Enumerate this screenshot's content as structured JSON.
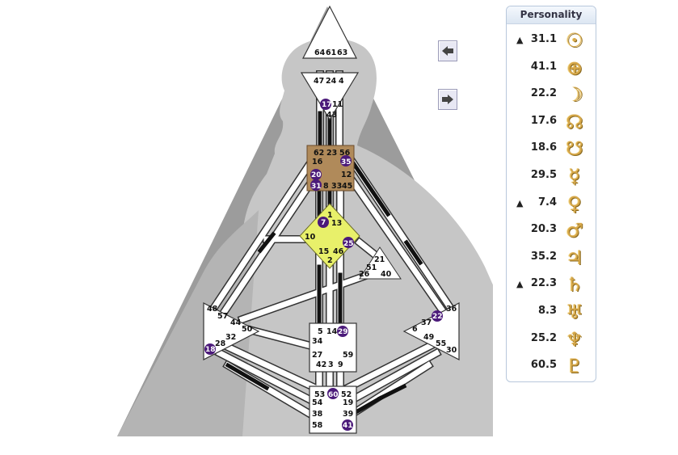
{
  "gates": {
    "head": [
      "64",
      "61",
      "63"
    ],
    "ajna": [
      "47",
      "24",
      "4"
    ],
    "throat_top": [
      "17",
      "11",
      "43"
    ],
    "g_throat": [
      "62",
      "23",
      "56",
      "16",
      "35",
      "20",
      "12",
      "31",
      "8",
      "33",
      "45"
    ],
    "g_center": [
      "1",
      "7",
      "13",
      "10",
      "25",
      "15",
      "46",
      "2"
    ],
    "heart": [
      "21",
      "51",
      "26",
      "40"
    ],
    "spleen": [
      "48",
      "57",
      "44",
      "50",
      "32",
      "28",
      "18"
    ],
    "solar": [
      "36",
      "22",
      "6",
      "37",
      "49",
      "55",
      "30"
    ],
    "sacral": [
      "5",
      "14",
      "29",
      "34",
      "27",
      "59",
      "42",
      "3",
      "9"
    ],
    "root": [
      "53",
      "60",
      "52",
      "54",
      "19",
      "38",
      "39",
      "58",
      "41"
    ]
  },
  "highlighted_gates": [
    "17",
    "35",
    "20",
    "31",
    "7",
    "25",
    "22",
    "18",
    "29",
    "60",
    "41"
  ],
  "colors": {
    "personality_black": "#111111",
    "highlight_purple": "#4b1a7a",
    "center_g_gold": "#b08a5a",
    "center_identity_yellow": "#e8f06a",
    "triangle_gray": "#9c9c9c",
    "silhouette_gray": "#c6c6c6",
    "glyph_gold": "#d7a84a"
  },
  "nav": {
    "prev_icon": "arrow-left-icon",
    "next_icon": "arrow-right-icon"
  },
  "personality": {
    "title": "Personality",
    "rows": [
      {
        "tri": "▲",
        "value": "31.1",
        "glyph": "☉",
        "icon": "sun-icon"
      },
      {
        "tri": "",
        "value": "41.1",
        "glyph": "⊕",
        "icon": "earth-icon"
      },
      {
        "tri": "",
        "value": "22.2",
        "glyph": "☽",
        "icon": "moon-icon"
      },
      {
        "tri": "",
        "value": "17.6",
        "glyph": "☊",
        "icon": "north-node-icon"
      },
      {
        "tri": "",
        "value": "18.6",
        "glyph": "☋",
        "icon": "south-node-icon"
      },
      {
        "tri": "",
        "value": "29.5",
        "glyph": "☿",
        "icon": "mercury-icon"
      },
      {
        "tri": "▲",
        "value": "7.4",
        "glyph": "♀",
        "icon": "venus-icon"
      },
      {
        "tri": "",
        "value": "20.3",
        "glyph": "♂",
        "icon": "mars-icon"
      },
      {
        "tri": "",
        "value": "35.2",
        "glyph": "♃",
        "icon": "jupiter-icon"
      },
      {
        "tri": "▲",
        "value": "22.3",
        "glyph": "♄",
        "icon": "saturn-icon"
      },
      {
        "tri": "",
        "value": "8.3",
        "glyph": "♅",
        "icon": "uranus-icon"
      },
      {
        "tri": "",
        "value": "25.2",
        "glyph": "♆",
        "icon": "neptune-icon"
      },
      {
        "tri": "",
        "value": "60.5",
        "glyph": "♇",
        "icon": "pluto-icon"
      }
    ]
  }
}
